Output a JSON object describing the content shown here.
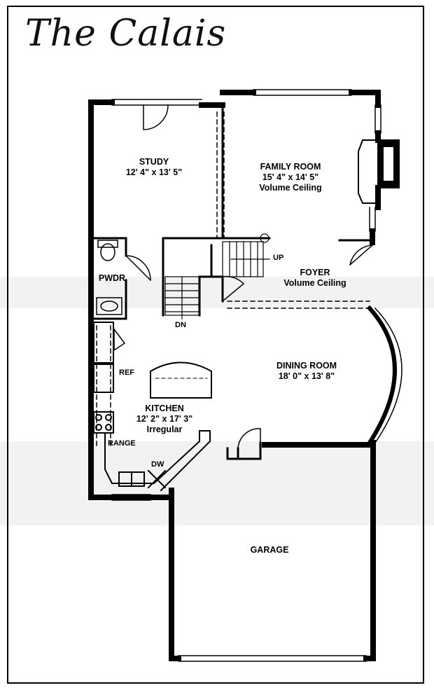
{
  "title": "The Calais",
  "rooms": {
    "study": {
      "name": "STUDY",
      "size": "12' 4\" x 13' 5\""
    },
    "family_room": {
      "name": "FAMILY ROOM",
      "size": "15' 4\" x 14' 5\"",
      "note": "Volume Ceiling"
    },
    "foyer": {
      "name": "FOYER",
      "note": "Volume Ceiling"
    },
    "powder": {
      "name": "PWDR"
    },
    "dining_room": {
      "name": "DINING ROOM",
      "size": "18' 0\" x 13' 8\""
    },
    "kitchen": {
      "name": "KITCHEN",
      "size": "12' 2\" x 17' 3\"",
      "note": "Irregular"
    },
    "garage": {
      "name": "GARAGE"
    }
  },
  "fixtures": {
    "up": "UP",
    "down": "DN",
    "ref": "REF",
    "range": "RANGE",
    "dw": "DW"
  }
}
